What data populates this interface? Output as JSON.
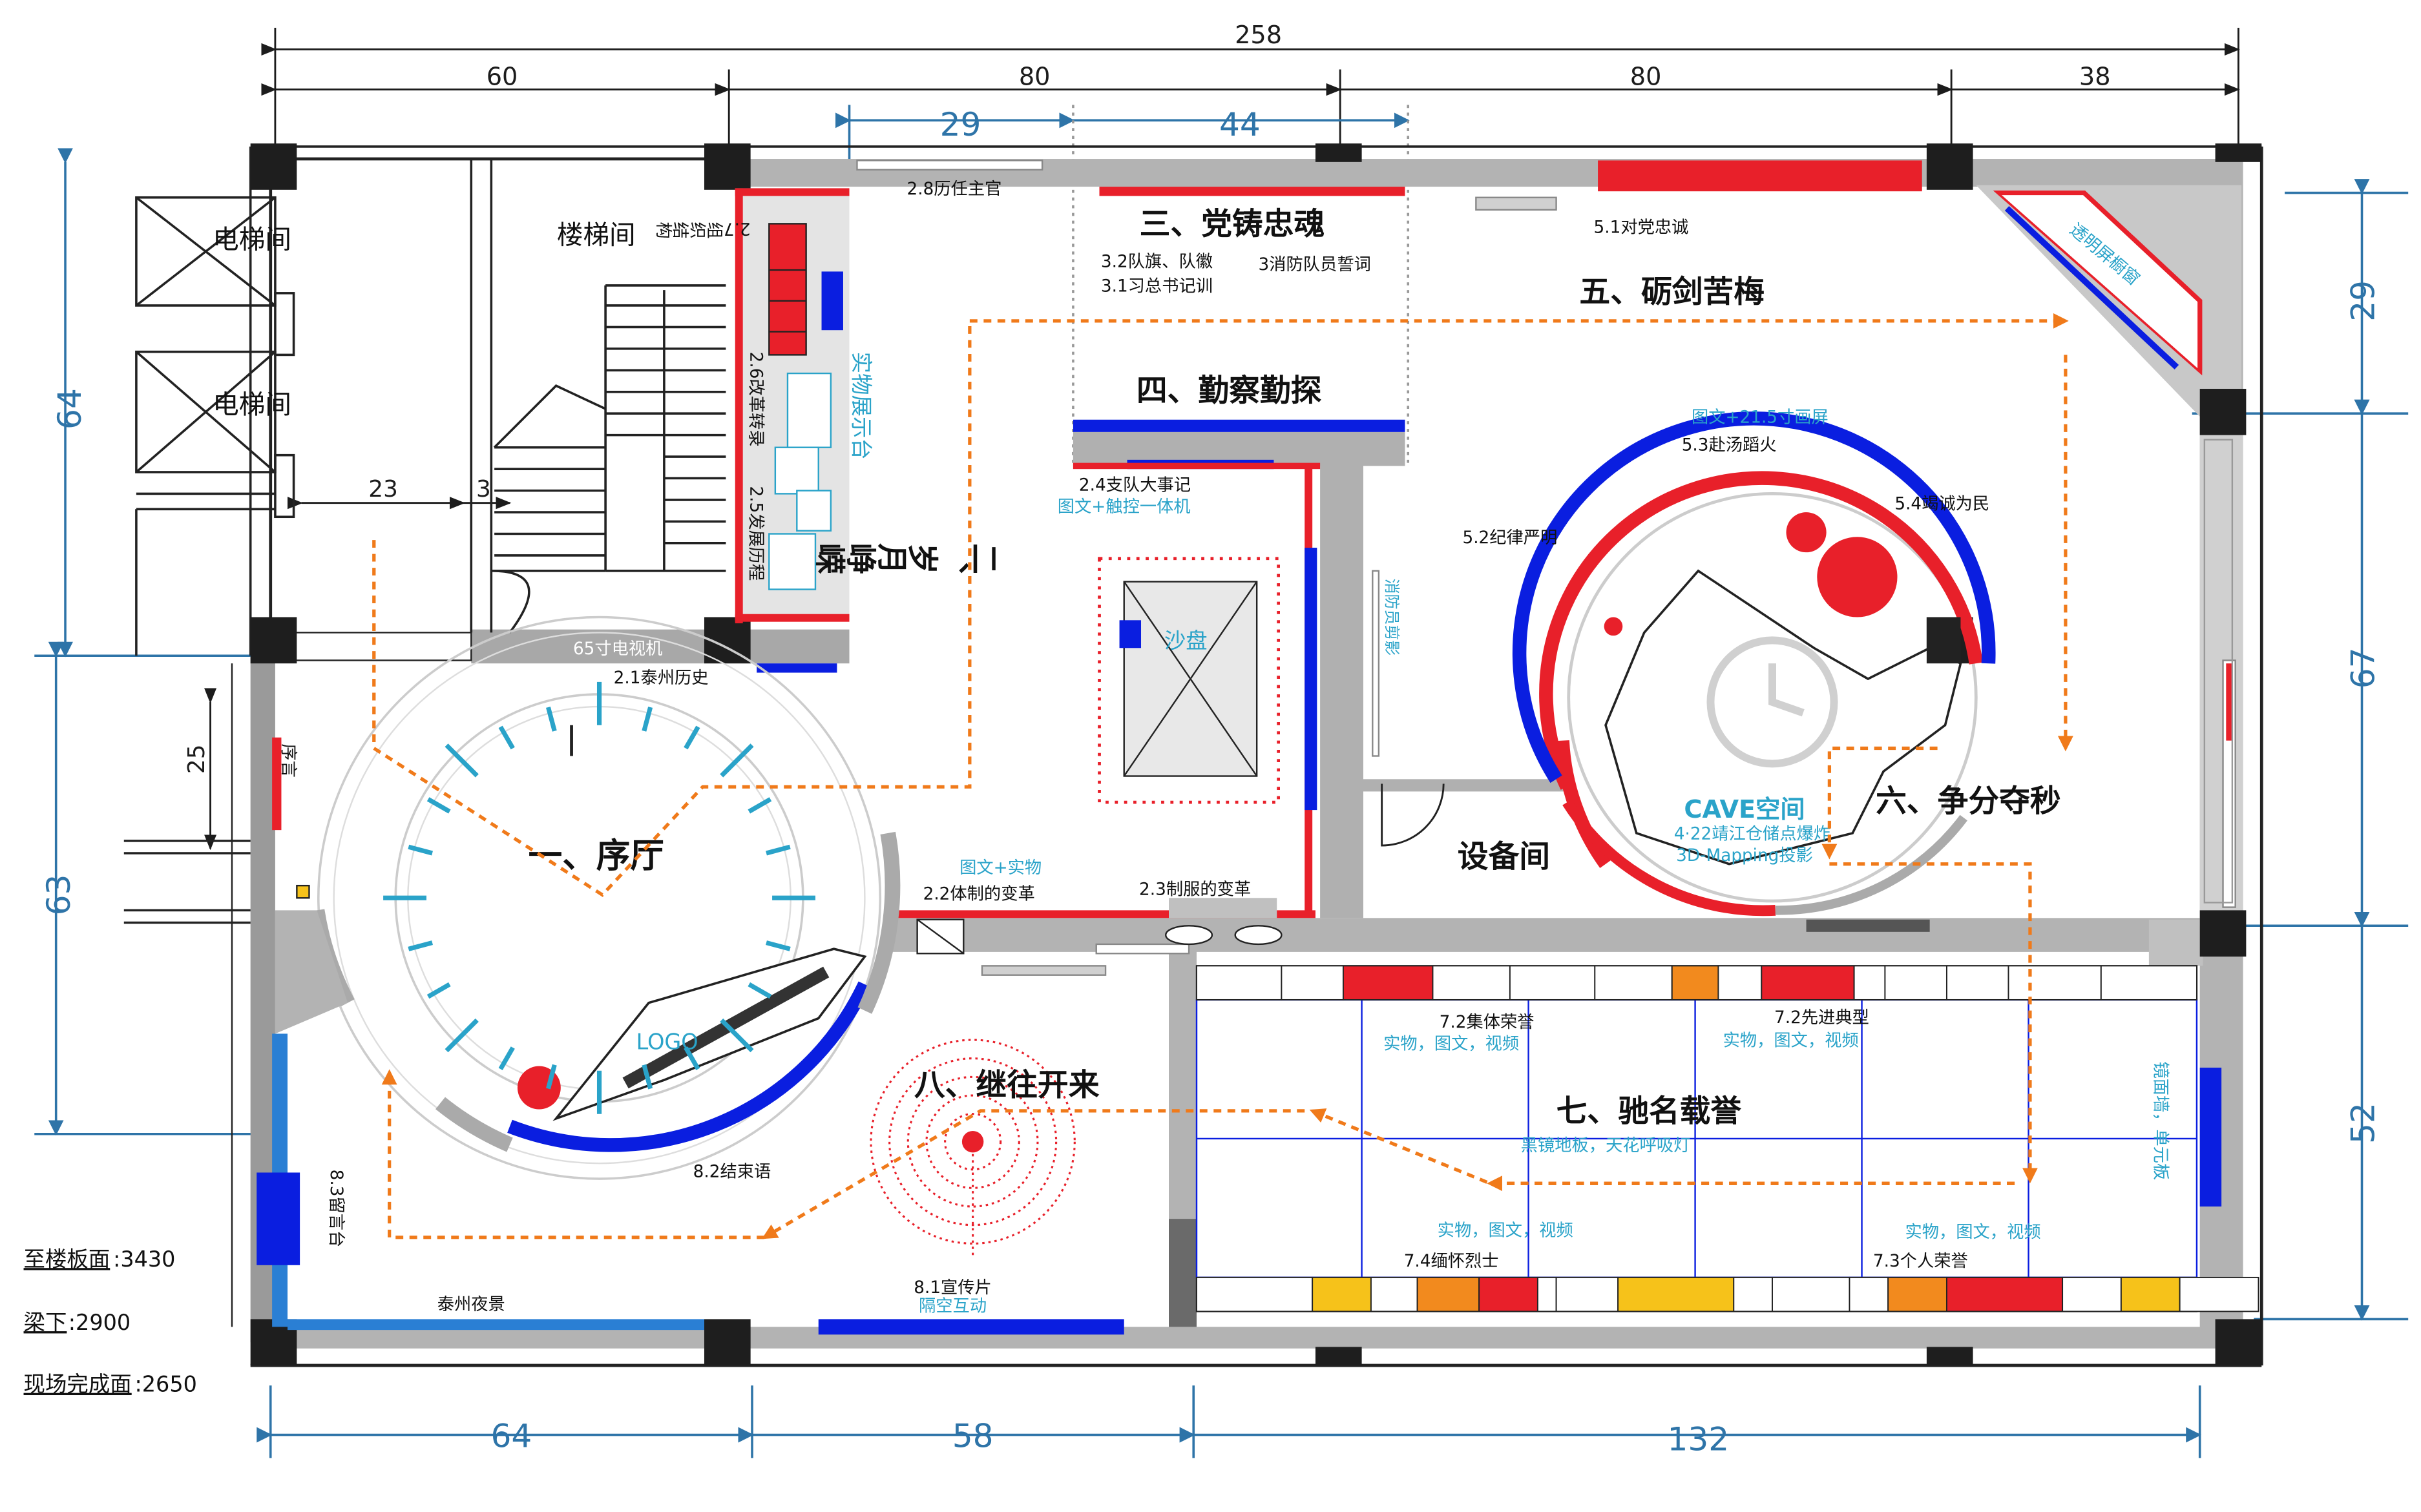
{
  "colors": {
    "wall": "#a9a9a9",
    "column": "#1e1e1e",
    "red": "#e8202a",
    "blue": "#0a1ee0",
    "orange": "#f07a1a",
    "cyan": "#2aa3c9",
    "dim_blue": "#2e74a8",
    "yellow": "#f6c21a",
    "orange_panel": "#f28a1e"
  },
  "dims": {
    "top_total": "258",
    "top": [
      "60",
      "80",
      "80",
      "38"
    ],
    "inner_top": [
      "29",
      "44"
    ],
    "bottom": [
      "64",
      "58",
      "132"
    ],
    "left": [
      "64",
      "63"
    ],
    "right": [
      "29",
      "67",
      "52"
    ],
    "stair_width": "23",
    "stair_gap": "3",
    "corridor": "25"
  },
  "rooms": {
    "elevator1": "电梯间",
    "elevator2": "电梯间",
    "stair": "楼梯间",
    "equipment": "设备间"
  },
  "zones": {
    "z1": "一、序厅",
    "z2": "二、岁月峥嵘",
    "z3": "三、党铸忠魂",
    "z4": "四、勤察勤探",
    "z5": "五、砺剑苦梅",
    "z6": "六、争分夺秒",
    "z7": "七、驰名载誉",
    "z8": "八、继往开来"
  },
  "labels": {
    "tv65": "65寸电视机",
    "history_211": "2.1泰州历史",
    "preface": "序言",
    "logo": "LOGO",
    "end_82": "8.2结束语",
    "message_83": "8.3留言台",
    "night": "泰州夜景",
    "promo_81": "8.1宣传片",
    "air": "隔空互动",
    "org_27": "2.7组织结构",
    "reform_26": "2.6改革转录",
    "dev_25": "2.5发展历程",
    "showcase": "实物展示台",
    "leaders_28": "2.8历任主官",
    "flag_32": "3.2队旗、队徽",
    "study_31": "3.1习总书记训",
    "oath_3": "3消防队员誓词",
    "events_24": "2.4支队大事记",
    "touch": "图文+触控一体机",
    "sand": "沙盘",
    "photo_obj": "图文+实物",
    "system_22": "2.2体制的变革",
    "uniform_23": "2.3制服的变革",
    "firefighter_clip": "消防员剪影",
    "loyal_51": "5.1对党忠诚",
    "screen": "图文+21.5寸画屏",
    "fire_53": "5.3赴汤蹈火",
    "people_54": "5.4竭诚为民",
    "discipline_52": "5.2纪律严明",
    "glass": "透明屏橱窗",
    "cave": "CAVE空间",
    "cave_sub1": "4·22靖江仓储点爆炸",
    "cave_sub2": "3D-Mapping投影",
    "collective_72": "7.2集体荣誉",
    "model_72": "7.2先进典型",
    "mixed1": "实物，图文，视频",
    "mixed2": "实物，图文，视频",
    "floor_light": "黑镜地板，天花呼吸灯",
    "mixed3": "实物，图文，视频",
    "mixed4": "实物，图文，视频",
    "martyrs_74": "7.4缅怀烈士",
    "personal_73": "7.3个人荣誉",
    "mirror": "镜面墙，单元板"
  },
  "notes": {
    "floor_label": "至楼板面",
    "floor_value": ":3430",
    "beam_label": "梁下",
    "beam_value": ":2900",
    "finish_label": "现场完成面",
    "finish_value": ":2650"
  }
}
